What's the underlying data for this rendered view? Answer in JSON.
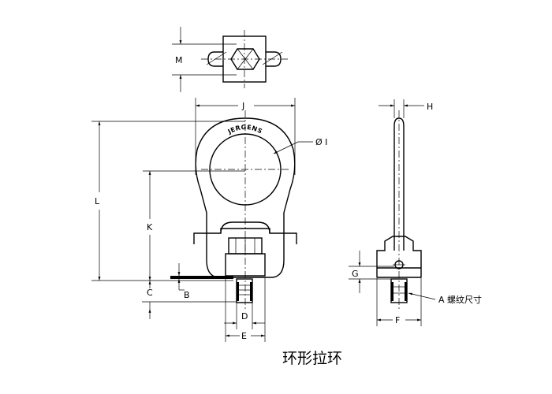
{
  "labels": {
    "M": "M",
    "J": "J",
    "H": "H",
    "I": "Ø I",
    "L": "L",
    "K": "K",
    "G": "G",
    "C": "C",
    "B": "B",
    "D": "D",
    "E": "E",
    "F": "F",
    "A": "A 螺纹尺寸"
  },
  "brand": "JERGENS",
  "caption": "环形拉环"
}
